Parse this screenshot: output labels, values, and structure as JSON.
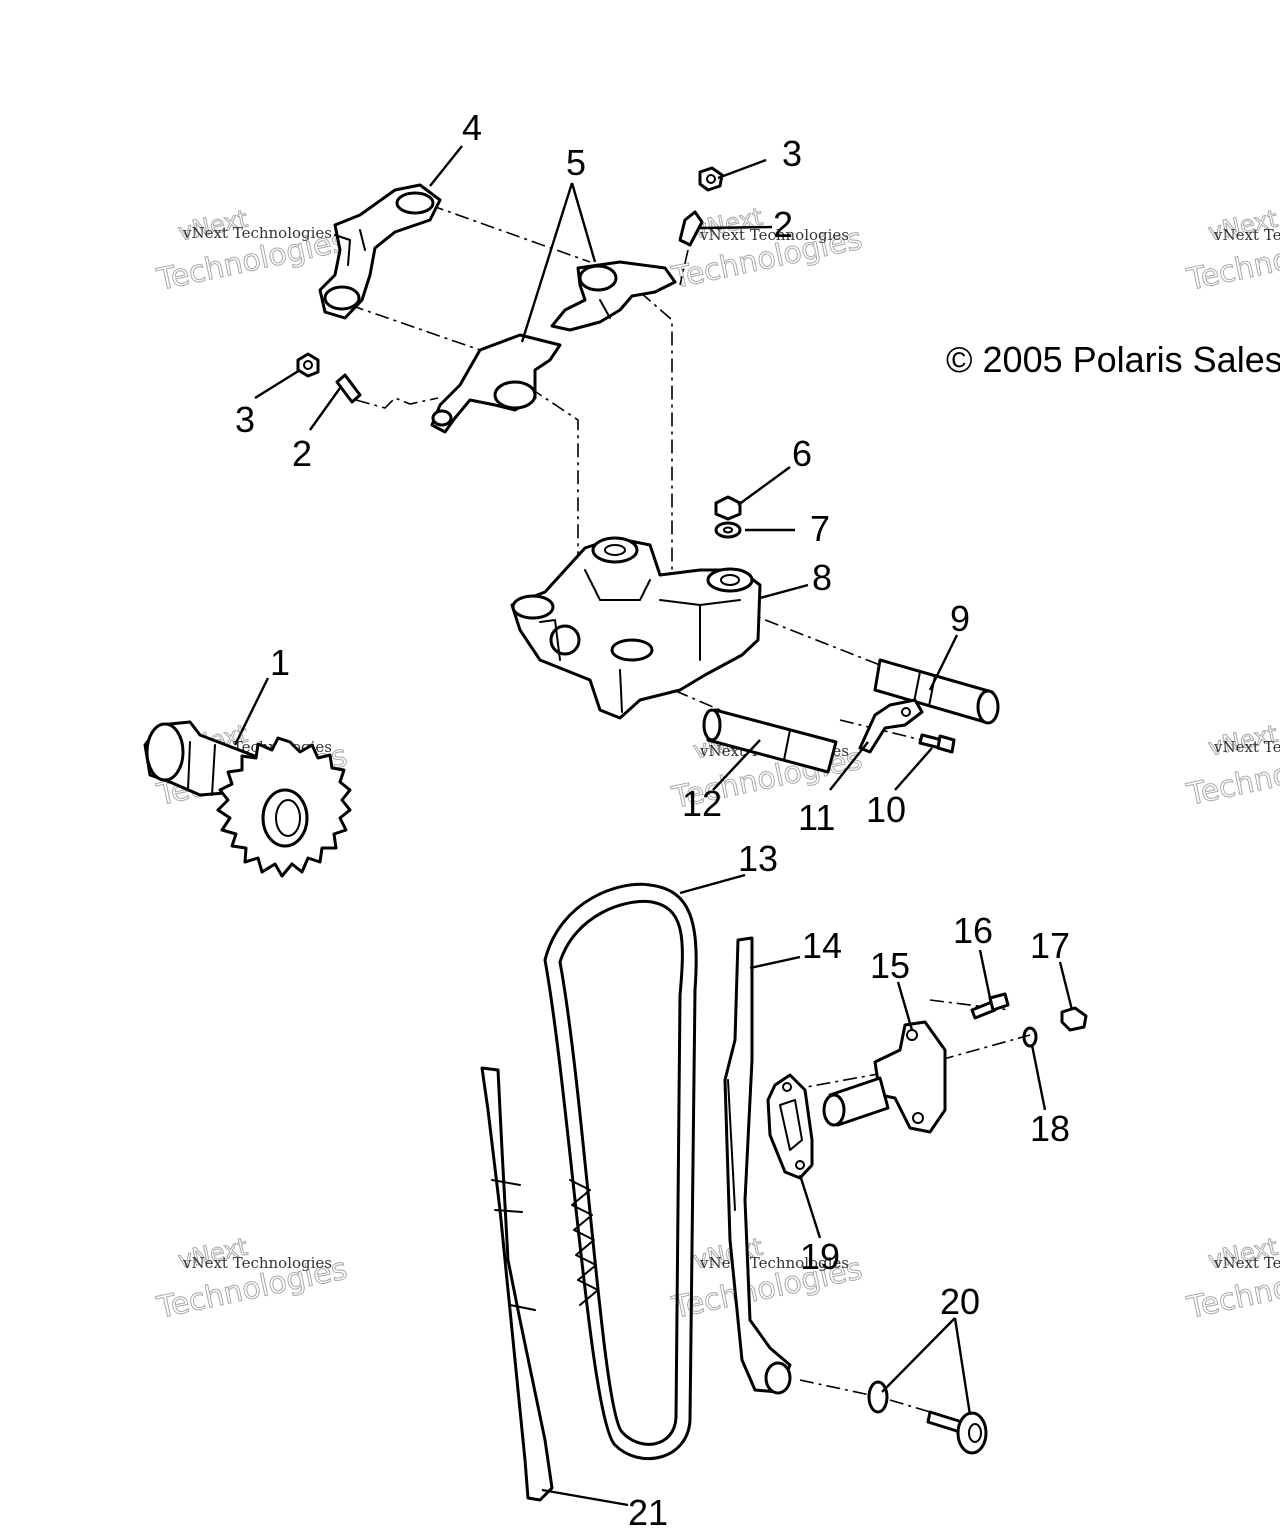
{
  "copyright": "© 2005 Polaris Sales",
  "watermark": {
    "small": "vNext Technologies",
    "big": "Technologies",
    "next": "vNext"
  },
  "callouts": [
    {
      "id": "c4",
      "text": "4"
    },
    {
      "id": "c5",
      "text": "5"
    },
    {
      "id": "c3a",
      "text": "3"
    },
    {
      "id": "c2a",
      "text": "2"
    },
    {
      "id": "c3b",
      "text": "3"
    },
    {
      "id": "c2b",
      "text": "2"
    },
    {
      "id": "c6",
      "text": "6"
    },
    {
      "id": "c7",
      "text": "7"
    },
    {
      "id": "c8",
      "text": "8"
    },
    {
      "id": "c9",
      "text": "9"
    },
    {
      "id": "c1",
      "text": "1"
    },
    {
      "id": "c12",
      "text": "12"
    },
    {
      "id": "c11",
      "text": "11"
    },
    {
      "id": "c10",
      "text": "10"
    },
    {
      "id": "c13",
      "text": "13"
    },
    {
      "id": "c14",
      "text": "14"
    },
    {
      "id": "c15",
      "text": "15"
    },
    {
      "id": "c16",
      "text": "16"
    },
    {
      "id": "c17",
      "text": "17"
    },
    {
      "id": "c18",
      "text": "18"
    },
    {
      "id": "c19",
      "text": "19"
    },
    {
      "id": "c20",
      "text": "20"
    },
    {
      "id": "c21",
      "text": "21"
    }
  ]
}
